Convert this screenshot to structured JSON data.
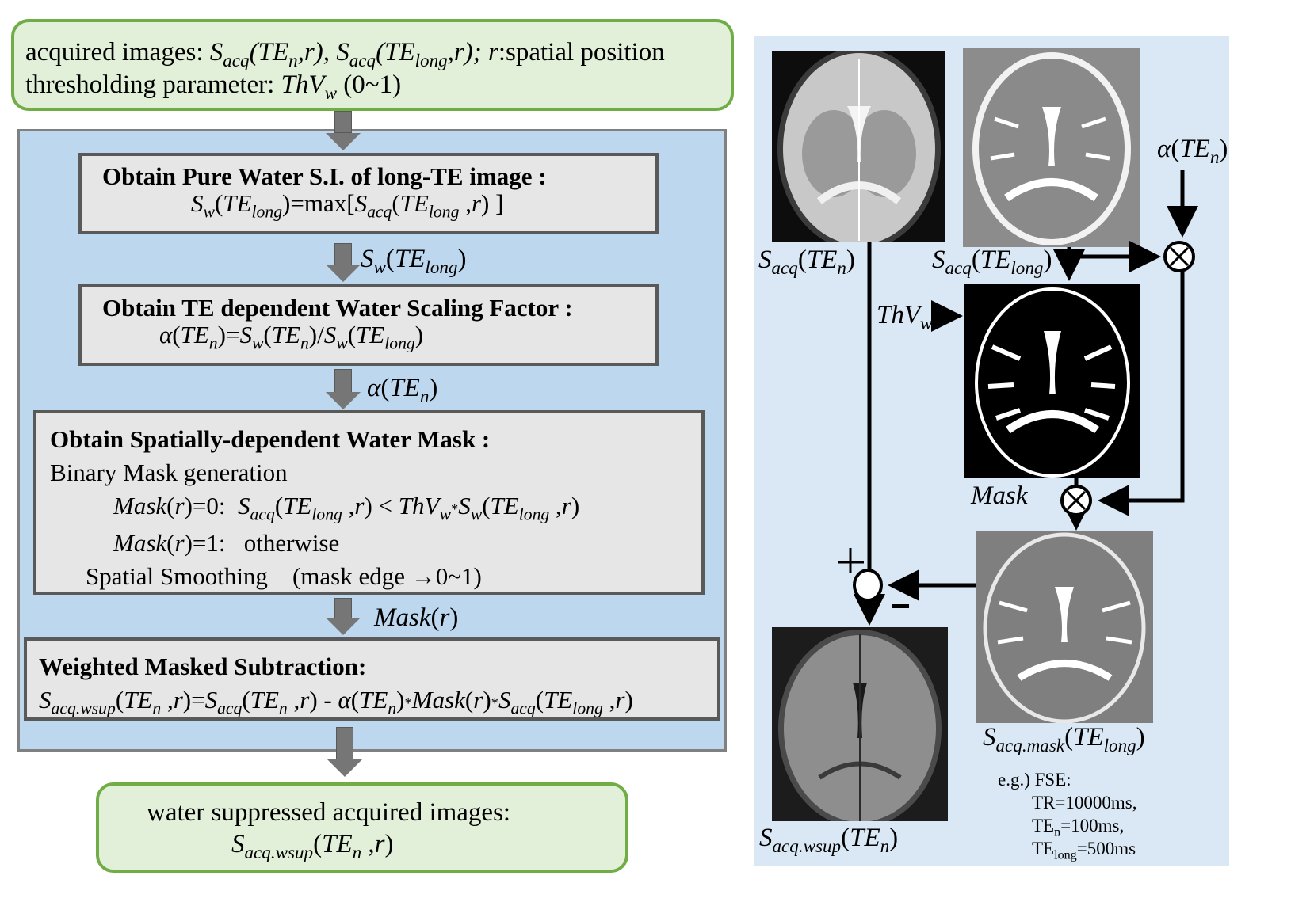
{
  "colors": {
    "green_fill": "#e2efd9",
    "green_border": "#70ad47",
    "blue_panel": "#bdd7ee",
    "step_fill": "#e7e6e6",
    "step_border": "#595959",
    "arrow_gray": "#767676",
    "right_panel": "#dae8f6"
  },
  "input_box": {
    "line1_prefix": "acquired images: ",
    "line1_s1": "S",
    "line1_s1_sub": "acq",
    "line1_s1_arg": "(TE",
    "line1_s1_arg_sub": "n",
    "line1_s1_arg_end": ",r), ",
    "line1_s2": "S",
    "line1_s2_sub": "acq",
    "line1_s2_arg": "(TE",
    "line1_s2_arg_sub": "long",
    "line1_s2_arg_end": ",r);  ",
    "line1_r": "r",
    "line1_suffix": ":spatial position",
    "line2_prefix": "thresholding parameter:  ",
    "line2_var": "ThV",
    "line2_var_sub": "w",
    "line2_suffix": "  (0~1)"
  },
  "steps": [
    {
      "title": "Obtain Pure Water S.I. of long-TE image :",
      "equation": "S_w(TE_long)=max[S_acq(TE_long ,r) ]"
    },
    {
      "title": "Obtain TE dependent Water Scaling Factor :",
      "equation": "α(TE_n)=S_w(TE_n)/S_w(TE_long)"
    },
    {
      "title": "Obtain Spatially-dependent Water Mask :",
      "line1": "Binary Mask generation",
      "line2": "Mask(r)=0:  S_acq(TE_long ,r) < ThV_w*S_w(TE_long ,r)",
      "line3_a": "Mask(r)=1:",
      "line3_b": "otherwise",
      "line4_a": "Spatial Smoothing",
      "line4_b": "(mask edge ",
      "line4_arrow": "→",
      "line4_c": "0~1)"
    },
    {
      "title": "Weighted Masked Subtraction:",
      "equation": "S_acq.wsup(TE_n ,r)=S_acq(TE_n ,r) - α(TE_n)*Mask(r)*S_acq(TE_long ,r)"
    }
  ],
  "arrow_labels": [
    "S_w(TE_long)",
    "α(TE_n)",
    "Mask(r)"
  ],
  "output_box": {
    "line1": "water suppressed acquired images:",
    "line2": "S_acq.wsup(TE_n ,r)"
  },
  "right_panel": {
    "images": [
      {
        "name": "acquired-te-n",
        "label": "S_acq(TE_n)"
      },
      {
        "name": "acquired-te-long",
        "label": "S_acq(TE_long)"
      },
      {
        "name": "mask",
        "label": "Mask"
      },
      {
        "name": "masked-te-long",
        "label": "S_acq.mask(TE_long)"
      },
      {
        "name": "water-suppressed",
        "label": "S_acq.wsup(TE_n)"
      }
    ],
    "alpha_label": "α(TE_n)",
    "threshold_label": "ThV_w",
    "multiply_symbol": "⊗",
    "plus_sign": "+",
    "minus_sign": "−",
    "example": {
      "line1": "e.g.) FSE:",
      "line2": "TR=10000ms,",
      "line3_a": "TE",
      "line3_sub": "n",
      "line3_b": "=100ms,",
      "line4_a": "TE",
      "line4_sub": "long",
      "line4_b": "=500ms"
    }
  }
}
